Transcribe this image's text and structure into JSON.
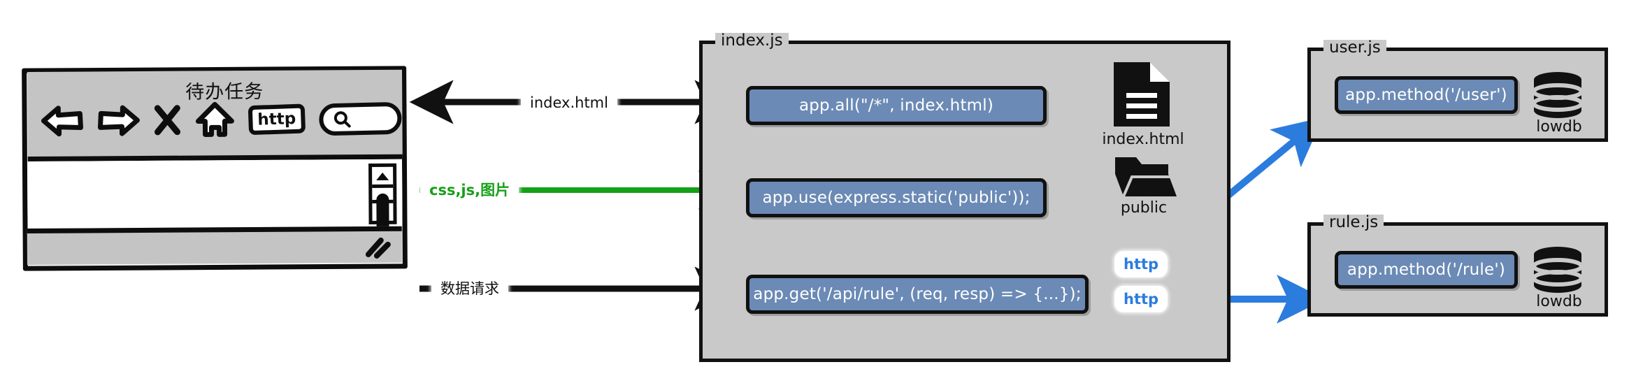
{
  "diagram": {
    "title": "Express app request routing architecture",
    "colors": {
      "panel_fill": "#c9c9c9",
      "code_box_fill": "#6b8ab5",
      "stroke": "#111111",
      "green_arrow": "#16a018",
      "blue_arrow": "#2b7cdd",
      "browser_chrome": "#c4c4c4"
    }
  },
  "browser": {
    "name": "browser-window",
    "title": "待办任务",
    "toolbar": {
      "back_icon": "back-arrow-icon",
      "forward_icon": "forward-arrow-icon",
      "stop_icon": "stop-x-icon",
      "home_icon": "home-icon",
      "protocol_badge": "http",
      "search_placeholder": ""
    },
    "scrollbar": {
      "up_arrow": "scroll-up-arrow-icon",
      "down_arrow": "scroll-down-arrow-icon"
    },
    "status_bar": {
      "resize_grip": "resize-grip-icon"
    }
  },
  "panels": [
    {
      "id": "index-js",
      "title": "index.js",
      "code_boxes": [
        {
          "id": "app-all",
          "label": "app.all(\"/*\", index.html)"
        },
        {
          "id": "app-use",
          "label": "app.use(express.static('public'));"
        },
        {
          "id": "app-get",
          "label": "app.get('/api/rule', (req, resp) => {...});"
        }
      ],
      "assets": [
        {
          "id": "index-html-file",
          "icon": "document-icon",
          "label": "index.html"
        },
        {
          "id": "public-folder",
          "icon": "folder-icon",
          "label": "public"
        }
      ]
    },
    {
      "id": "user-js",
      "title": "user.js",
      "code_boxes": [
        {
          "id": "user-method",
          "label": "app.method('/user')"
        }
      ],
      "database": {
        "icon": "database-icon",
        "label": "lowdb"
      }
    },
    {
      "id": "rule-js",
      "title": "rule.js",
      "code_boxes": [
        {
          "id": "rule-method",
          "label": "app.method('/rule')"
        }
      ],
      "database": {
        "icon": "database-icon",
        "label": "lowdb"
      }
    }
  ],
  "edges": [
    {
      "id": "edge-index-html",
      "label": "index.html",
      "color": "#111111",
      "from": "index-js",
      "to": "browser"
    },
    {
      "id": "edge-static",
      "label": "css,js,图片",
      "color": "#16a018",
      "from": "browser",
      "to": "index-js"
    },
    {
      "id": "edge-data-req",
      "label": "数据请求",
      "color": "#111111",
      "from": "browser",
      "to": "index-js"
    },
    {
      "id": "edge-http-user",
      "label": "http",
      "color": "#2b7cdd",
      "from": "index-js",
      "to": "user-js"
    },
    {
      "id": "edge-http-rule",
      "label": "http",
      "color": "#2b7cdd",
      "from": "index-js",
      "to": "rule-js"
    }
  ]
}
